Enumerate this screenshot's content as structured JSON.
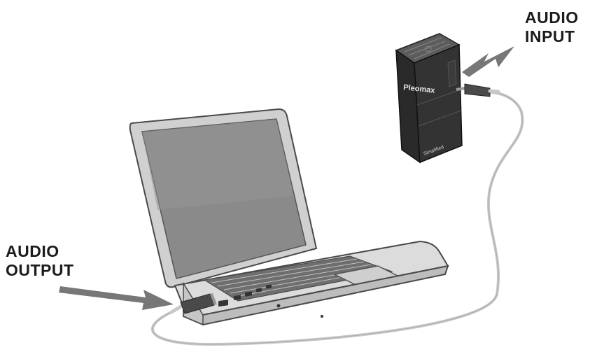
{
  "labels": {
    "audio_input": {
      "line1": "AUDIO",
      "line2": "INPUT"
    },
    "audio_output": {
      "line1": "AUDIO",
      "line2": "OUTPUT"
    }
  },
  "device": {
    "brand_text": "Pleomax",
    "bottom_text": "Simplified"
  },
  "colors": {
    "arrow": "#777777",
    "laptop_body": "#d8d8d8",
    "laptop_outline": "#4a4a4a",
    "screen": "#8a8a8a",
    "device_body": "#2a2a2a",
    "cable": "#c8c8c8"
  }
}
